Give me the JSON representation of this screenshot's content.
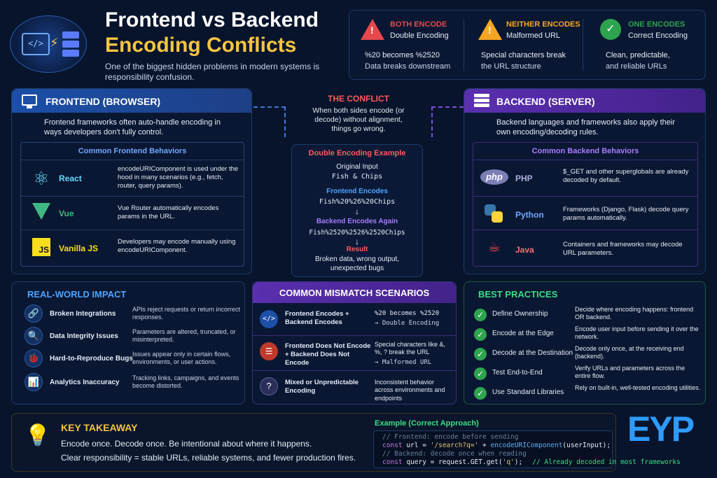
{
  "title": {
    "line1": "Frontend vs Backend",
    "line2": "Encoding Conflicts",
    "subtitle": "One of the biggest hidden problems in modern systems is responsibility confusion."
  },
  "cases": [
    {
      "heading": "BOTH ENCODE",
      "sub": "Double Encoding",
      "line1": "%20 becomes %2520",
      "line2": "Data breaks downstream",
      "color": "#e5484d"
    },
    {
      "heading": "NEITHER ENCODES",
      "sub": "Malformed URL",
      "line1": "Special characters break",
      "line2": "the URL structure",
      "color": "#f5a623"
    },
    {
      "heading": "ONE ENCODES",
      "sub": "Correct Encoding",
      "line1": "Clean, predictable,",
      "line2": "and reliable URLs",
      "color": "#2ea44f"
    }
  ],
  "frontend": {
    "heading": "FRONTEND (BROWSER)",
    "intro": "Frontend frameworks often auto-handle encoding in ways developers don't fully control.",
    "behaviors_title": "Common Frontend Behaviors",
    "items": [
      {
        "name": "React",
        "desc": "encodeURIComponent is used under the hood in many scenarios (e.g., fetch, router, query params)."
      },
      {
        "name": "Vue",
        "desc": "Vue Router automatically encodes params in the URL."
      },
      {
        "name": "Vanilla JS",
        "desc": "Developers may encode manually using encodeURIComponent."
      }
    ]
  },
  "conflict": {
    "heading": "THE CONFLICT",
    "desc": "When both sides encode (or decode) without alignment, things go wrong.",
    "example_title": "Double Encoding Example",
    "original_label": "Original Input",
    "original_value": "Fish & Chips",
    "fe_label": "Frontend Encodes",
    "fe_value": "Fish%20%26%20Chips",
    "be_label": "Backend Encodes Again",
    "be_value": "Fish%2520%2526%2520Chips",
    "result_label": "Result",
    "result_desc": "Broken data, wrong output, unexpected bugs",
    "arrow": "↓"
  },
  "backend": {
    "heading": "BACKEND (SERVER)",
    "intro": "Backend languages and frameworks also apply their own encoding/decoding rules.",
    "behaviors_title": "Common Backend Behaviors",
    "items": [
      {
        "name": "PHP",
        "desc": "$_GET and other superglobals are already decoded by default.",
        "badge": "php"
      },
      {
        "name": "Python",
        "desc": "Frameworks (Django, Flask) decode query params automatically."
      },
      {
        "name": "Java",
        "desc": "Containers and frameworks may decode URL parameters."
      }
    ]
  },
  "impact": {
    "heading": "REAL-WORLD IMPACT",
    "items": [
      {
        "name": "Broken Integrations",
        "desc": "APIs reject requests or return incorrect responses."
      },
      {
        "name": "Data Integrity Issues",
        "desc": "Parameters are altered, truncated, or misinterpreted."
      },
      {
        "name": "Hard-to-Reproduce Bugs",
        "desc": "Issues appear only in certain flows, environments, or user actions."
      },
      {
        "name": "Analytics Inaccuracy",
        "desc": "Tracking links, campaigns, and events become distorted."
      }
    ]
  },
  "mismatch": {
    "heading": "COMMON MISMATCH SCENARIOS",
    "items": [
      {
        "name": "Frontend Encodes + Backend Encodes",
        "desc1": "%20 becomes %2520",
        "desc2": "→ Double Encoding"
      },
      {
        "name": "Frontend Does Not Encode + Backend Does Not Encode",
        "desc1": "Special characters like &, %, ? break the URL",
        "desc2": "→ Malformed URL"
      },
      {
        "name": "Mixed or Unpredictable Encoding",
        "desc1": "Inconsistent behavior across environments and endpoints",
        "desc2": ""
      }
    ]
  },
  "best": {
    "heading": "BEST PRACTICES",
    "items": [
      {
        "name": "Define Ownership",
        "desc": "Decide where encoding happens: frontend OR backend."
      },
      {
        "name": "Encode at the Edge",
        "desc": "Encode user input before sending it over the network."
      },
      {
        "name": "Decode at the Destination",
        "desc": "Decode only once, at the receiving end (backend)."
      },
      {
        "name": "Test End-to-End",
        "desc": "Verify URLs and parameters across the entire flow."
      },
      {
        "name": "Use Standard Libraries",
        "desc": "Rely on built-in, well-tested encoding utilities."
      }
    ]
  },
  "takeaway": {
    "heading": "KEY TAKEAWAY",
    "line1": "Encode once. Decode once. Be intentional about where it happens.",
    "line2": "Clear responsibility = stable URLs, reliable systems, and fewer production fires."
  },
  "code": {
    "title": "Example (Correct Approach)",
    "c1": "// Frontend: encode before sending",
    "l1a": "const",
    "l1b": " url = ",
    "l1c": "'/search?q='",
    "l1d": " + ",
    "l1e": "encodeURIComponent",
    "l1f": "(userInput);",
    "c2": "// Backend: decode once when reading",
    "l2a": "const",
    "l2b": " query = request.GET.get(",
    "l2c": "'q'",
    "l2d": ");",
    "l2e": "// Already decoded in most frameworks"
  },
  "logo": {
    "text": "EYP"
  }
}
